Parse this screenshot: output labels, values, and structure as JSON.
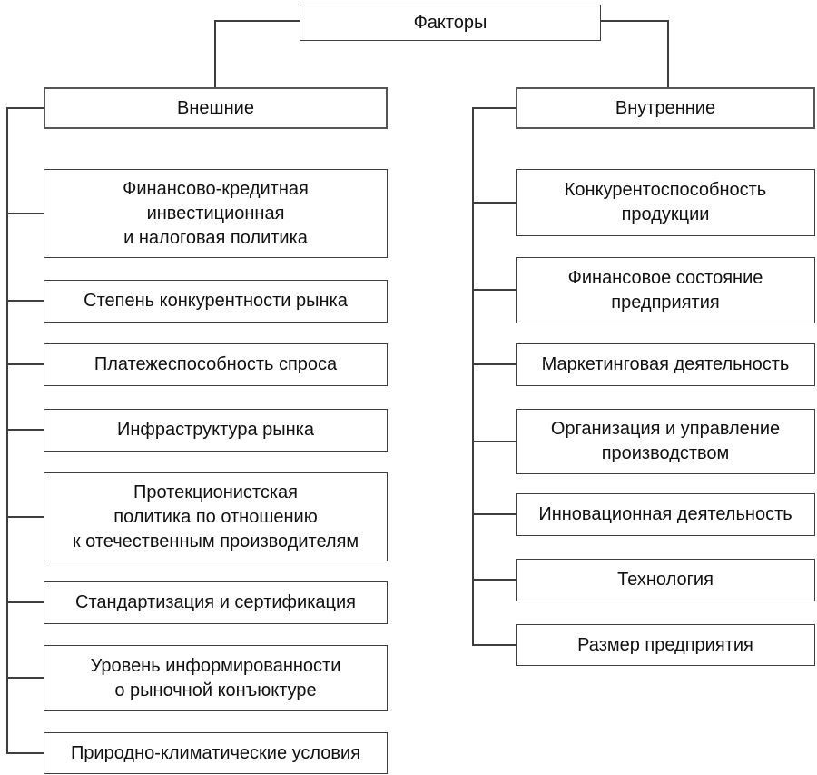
{
  "title": "Факторы",
  "left": {
    "header": "Внешние",
    "items": [
      "Финансово-кредитная\nинвестиционная\nи налоговая политика",
      "Степень конкурентности рынка",
      "Платежеспособность спроса",
      "Инфраструктура рынка",
      "Протекционистская\nполитика по отношению\nк отечественным производителям",
      "Стандартизация и сертификация",
      "Уровень информированности\nо рыночной конъюктуре",
      "Природно-климатические условия"
    ]
  },
  "right": {
    "header": "Внутренние",
    "items": [
      "Конкурентоспособность\nпродукции",
      "Финансовое состояние\nпредприятия",
      "Маркетинговая деятельность",
      "Организация и управление\nпроизводством",
      "Инновационная деятельность",
      "Технология",
      "Размер предприятия"
    ]
  },
  "colors": {
    "background": "#ffffff",
    "box_border": "#3f3f3f",
    "connector_line": "#3e3e3e",
    "text": "#111111"
  }
}
